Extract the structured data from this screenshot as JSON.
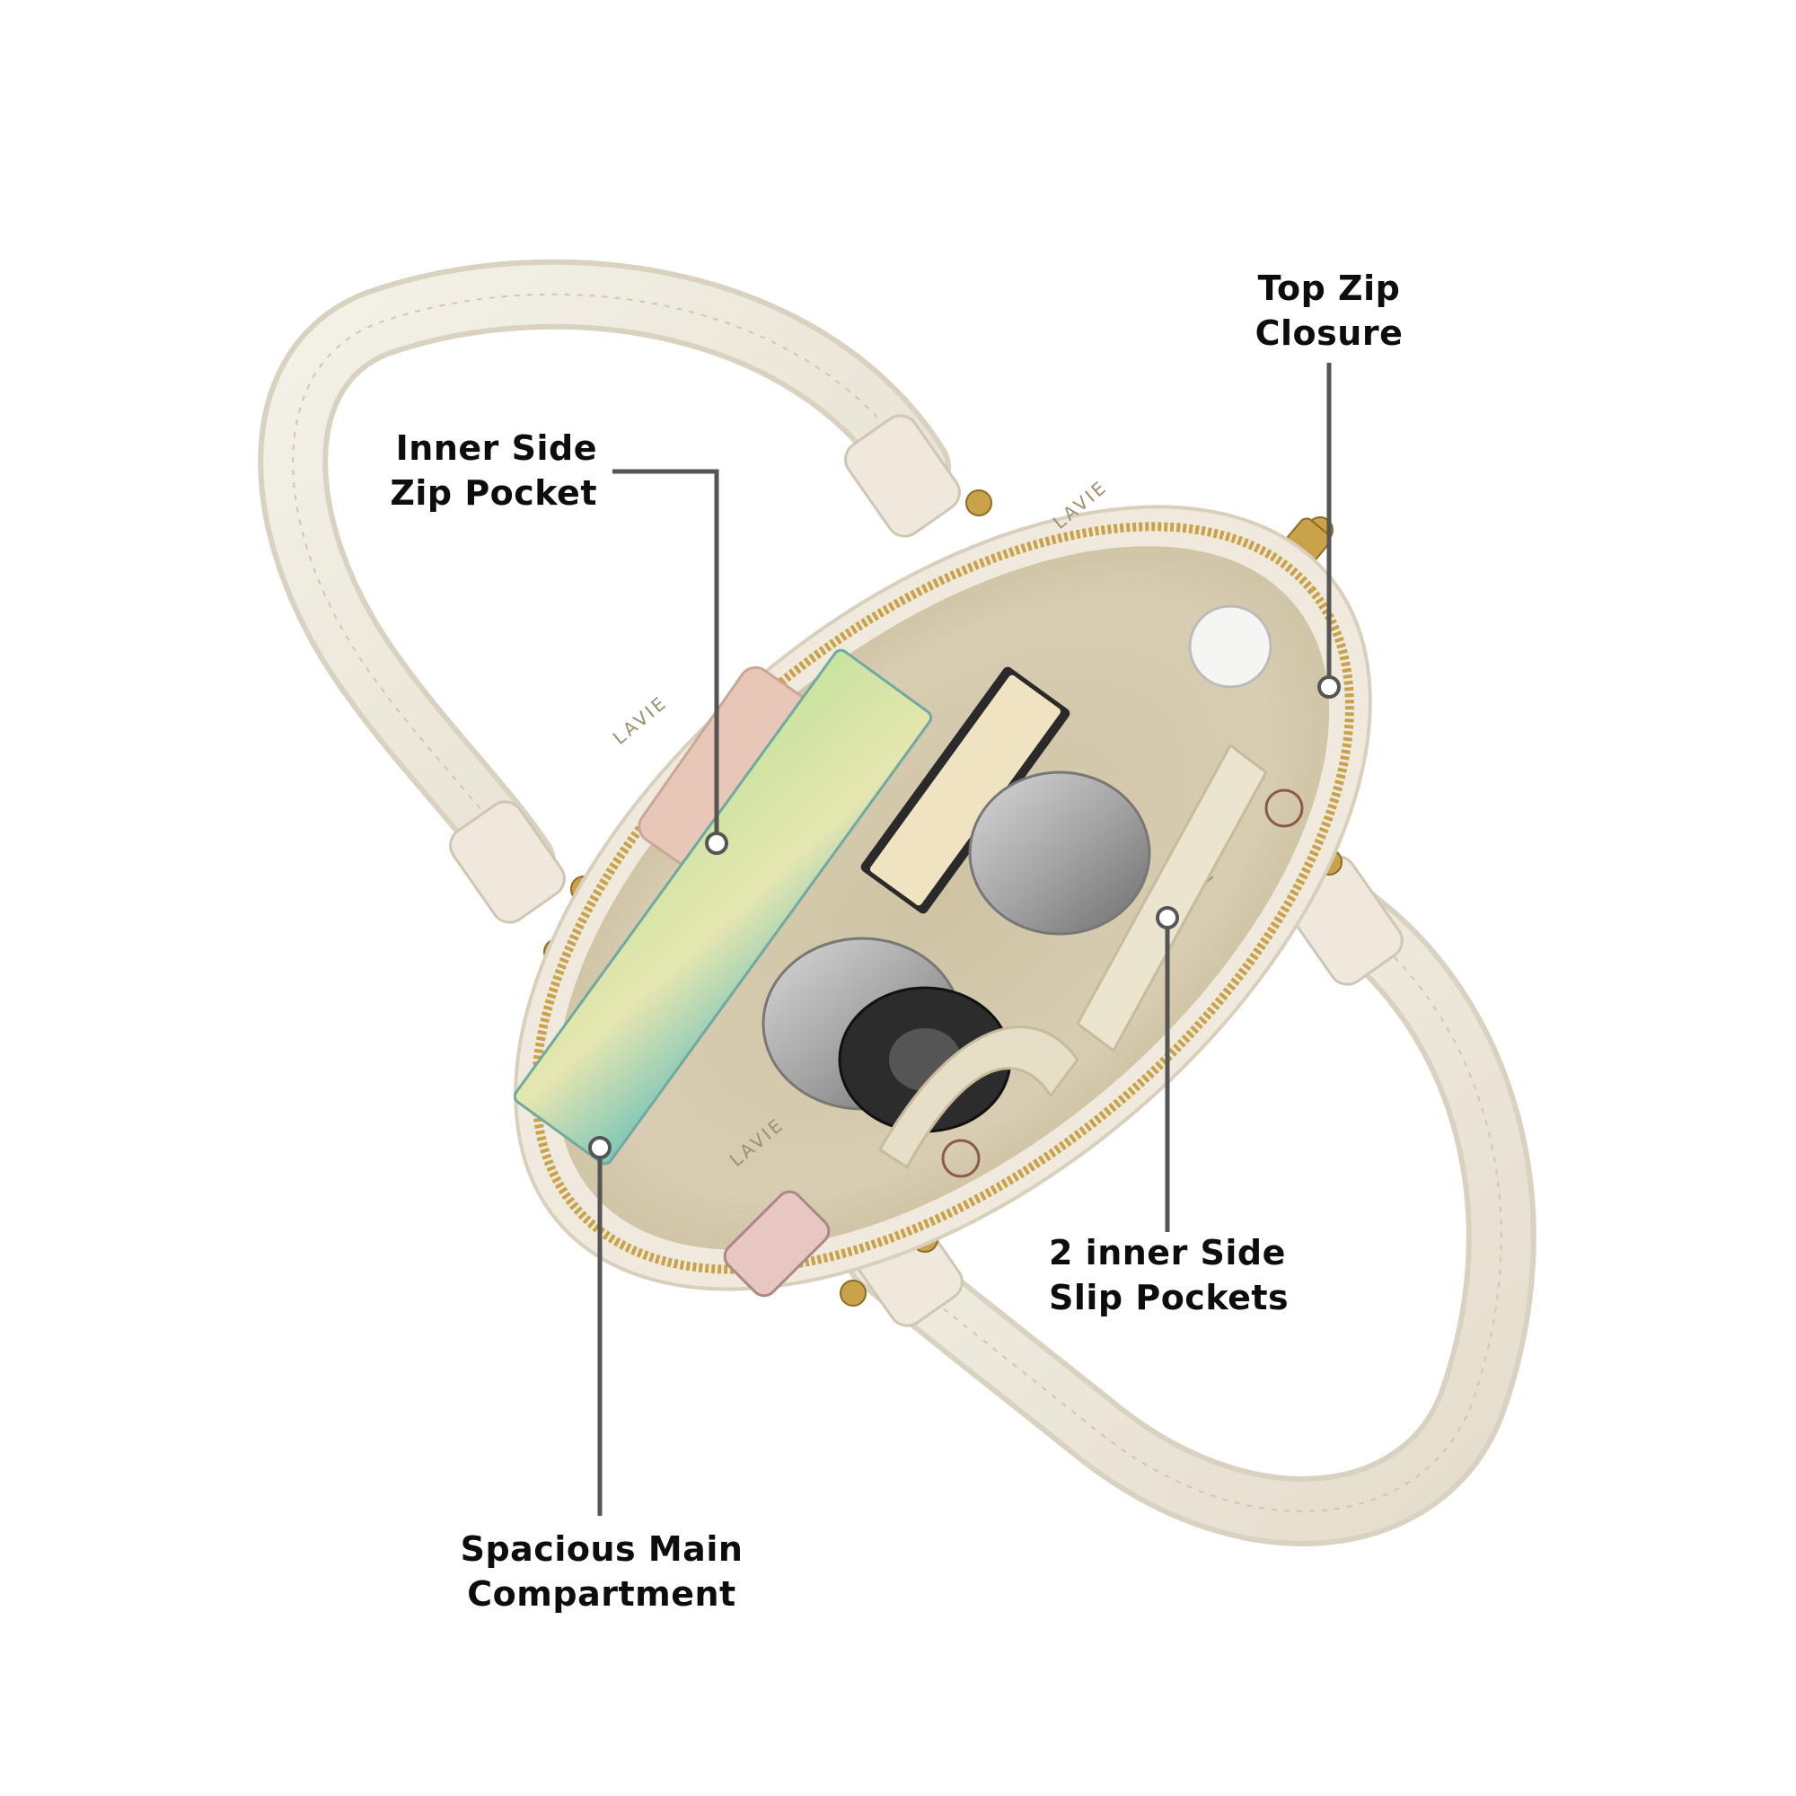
{
  "callouts": {
    "top_zip": {
      "line1": "Top Zip",
      "line2": "Closure"
    },
    "inner_zip": {
      "line1": "Inner Side",
      "line2": "Zip Pocket"
    },
    "slip_pockets": {
      "line1": "2 inner Side",
      "line2": "Slip Pockets"
    },
    "main": {
      "line1": "Spacious Main",
      "line2": "Compartment"
    }
  },
  "bag_prints": {
    "brand_text": "LAVIE"
  },
  "colors": {
    "bag_body": "#efeadd",
    "lining": "#d4c8ab",
    "zipper": "#c9a24a",
    "leader_line": "#555555",
    "label_text": "#0d0d0d"
  }
}
